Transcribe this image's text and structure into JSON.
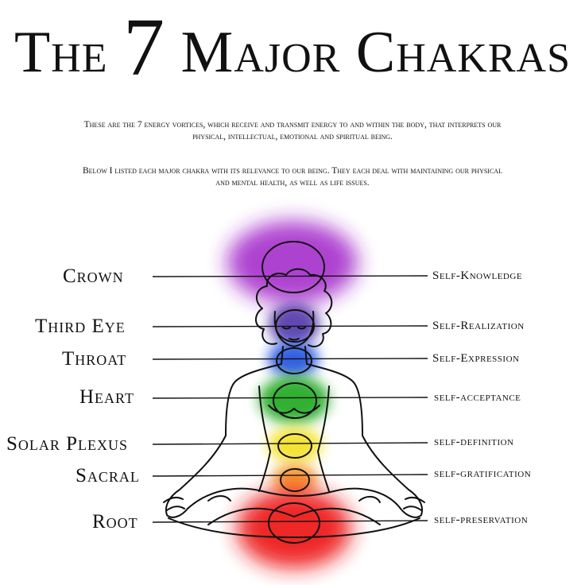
{
  "title": {
    "before": "The",
    "number": "7",
    "after": "Major Chakras"
  },
  "intro": {
    "paragraph1": "These are the 7 energy vortices, which receive and transmit energy to and within the body, that interprets our physical, intellectual, emotional and spiritual being.",
    "paragraph2": "Below I listed each major chakra with its relevance to our being. They each deal with maintaining our physical and mental health, as well as life issues."
  },
  "chakras": [
    {
      "name": "Crown",
      "meaning": "Self-Knowledge",
      "color": "#a020c8"
    },
    {
      "name": "Third Eye",
      "meaning": "Self-Realization",
      "color": "#3a1f9e"
    },
    {
      "name": "Throat",
      "meaning": "Self-Expression",
      "color": "#1f4fe0"
    },
    {
      "name": "Heart",
      "meaning": "self-acceptance",
      "color": "#1ea81e"
    },
    {
      "name": "Solar Plexus",
      "meaning": "self-definition",
      "color": "#f3e01c"
    },
    {
      "name": "Sacral",
      "meaning": "self-gratification",
      "color": "#f5901a"
    },
    {
      "name": "Root",
      "meaning": "self-preservation",
      "color": "#ee1c1c"
    }
  ]
}
